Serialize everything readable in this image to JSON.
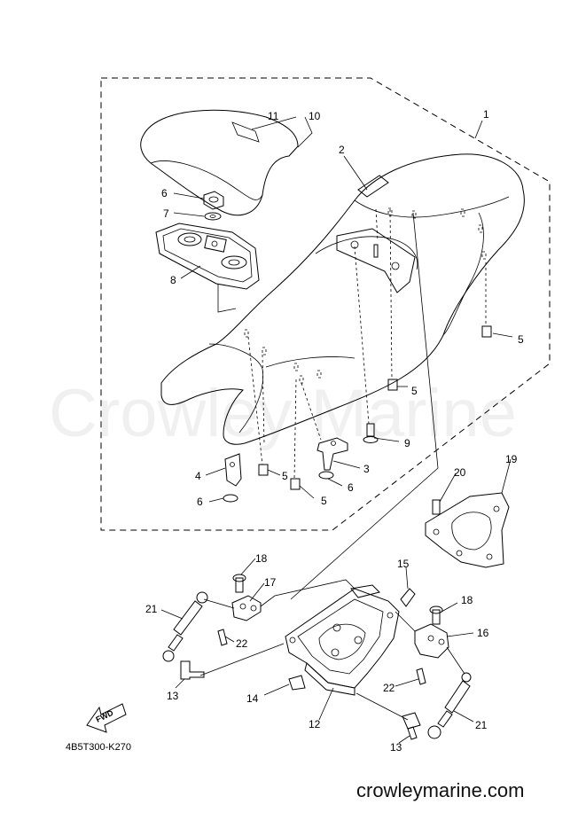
{
  "diagram": {
    "drawing_code": "4B5T300-K270",
    "watermark": "Crowley Marine",
    "website": "crowleymarine.com",
    "fwd_label": "FWD",
    "callouts": [
      {
        "id": "c1",
        "number": "1"
      },
      {
        "id": "c2",
        "number": "2"
      },
      {
        "id": "c3",
        "number": "3"
      },
      {
        "id": "c4",
        "number": "4"
      },
      {
        "id": "c5a",
        "number": "5"
      },
      {
        "id": "c5b",
        "number": "5"
      },
      {
        "id": "c5c",
        "number": "5"
      },
      {
        "id": "c5d",
        "number": "5"
      },
      {
        "id": "c6a",
        "number": "6"
      },
      {
        "id": "c6b",
        "number": "6"
      },
      {
        "id": "c6c",
        "number": "6"
      },
      {
        "id": "c7",
        "number": "7"
      },
      {
        "id": "c8",
        "number": "8"
      },
      {
        "id": "c9",
        "number": "9"
      },
      {
        "id": "c10",
        "number": "10"
      },
      {
        "id": "c11",
        "number": "11"
      },
      {
        "id": "c12",
        "number": "12"
      },
      {
        "id": "c13a",
        "number": "13"
      },
      {
        "id": "c13b",
        "number": "13"
      },
      {
        "id": "c14",
        "number": "14"
      },
      {
        "id": "c15",
        "number": "15"
      },
      {
        "id": "c16",
        "number": "16"
      },
      {
        "id": "c17",
        "number": "17"
      },
      {
        "id": "c18a",
        "number": "18"
      },
      {
        "id": "c18b",
        "number": "18"
      },
      {
        "id": "c19",
        "number": "19"
      },
      {
        "id": "c20",
        "number": "20"
      },
      {
        "id": "c21a",
        "number": "21"
      },
      {
        "id": "c21b",
        "number": "21"
      },
      {
        "id": "c22a",
        "number": "22"
      },
      {
        "id": "c22b",
        "number": "22"
      }
    ]
  }
}
